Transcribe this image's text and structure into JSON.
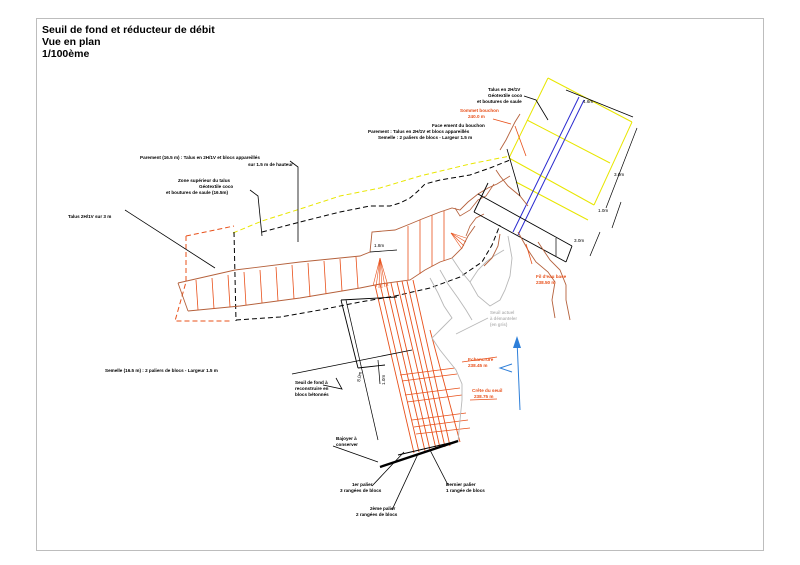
{
  "title": {
    "line1": "Seuil de fond et réducteur de débit",
    "line2": "Vue en plan",
    "line3": "1/100ème"
  },
  "labels": {
    "parement_1": "Parement (16.5 m) : Talus en 2H/1V et blocs appareillés",
    "parement_2": "sur 1.5 m de hauteur",
    "zone_1": "Zone supérieur du talus",
    "zone_2": "Géotextile coco",
    "zone_3": "et boutures de saule (16.5m)",
    "talus_3m": "Talus 2H/1V sur 3 m",
    "semelle": "Semelle (16.5 m) : 2 paliers de blocs  - Largeur 1.5 m",
    "seuil_1": "Seuil de fond à",
    "seuil_2": "reconstruire en",
    "seuil_3": "blocs bétonnés",
    "bajoyer_1": "Bajoyer à",
    "bajoyer_2": "conserver",
    "palier1_1": "1er palier",
    "palier1_2": "3 rangées de blocs",
    "palier2_1": "2ème palier",
    "palier2_2": "2 rangées de blocs",
    "dernier_1": "Dernier palier",
    "dernier_2": "1 rangée de blocs",
    "talus2_1": "Talus en 2H/1V",
    "talus2_2": "Géotextile coco",
    "talus2_3": "et boutures de saule",
    "sommet_1": "Sommet bouchon",
    "sommet_2": "240.0 m",
    "face_1": "Face ement du bouchon",
    "face_2": "Parement : Talus en 2H/1V et blocs appareillés",
    "face_3": "Semelle : 2 paliers de blocs  - Largeur 1.5 m",
    "fil_1": "Fil d'eau base",
    "fil_2": "238.50 m",
    "seuil_actuel_1": "Seuil actuel",
    "seuil_actuel_2": "à démanteler",
    "seuil_actuel_3": "(en gris)",
    "echancrure_1": "Echancrure",
    "echancrure_2": "238.45 m",
    "crete_1": "Crête du seuil",
    "crete_2": "238.75 m"
  },
  "dimensions": {
    "d_18": "1.8m",
    "d_46": "4.6m",
    "d_30a": "3.0m",
    "d_10a": "1.0m",
    "d_30b": "3.0m",
    "d_10b": "1.0m",
    "d_80": "8.0m"
  },
  "colors": {
    "orange": "#e8501a",
    "brown": "#b5613c",
    "yellow": "#e8e600",
    "blue": "#2a2ad0",
    "arrow": "#2e7fd9",
    "gray": "#b8b8b8",
    "black": "#000000"
  }
}
